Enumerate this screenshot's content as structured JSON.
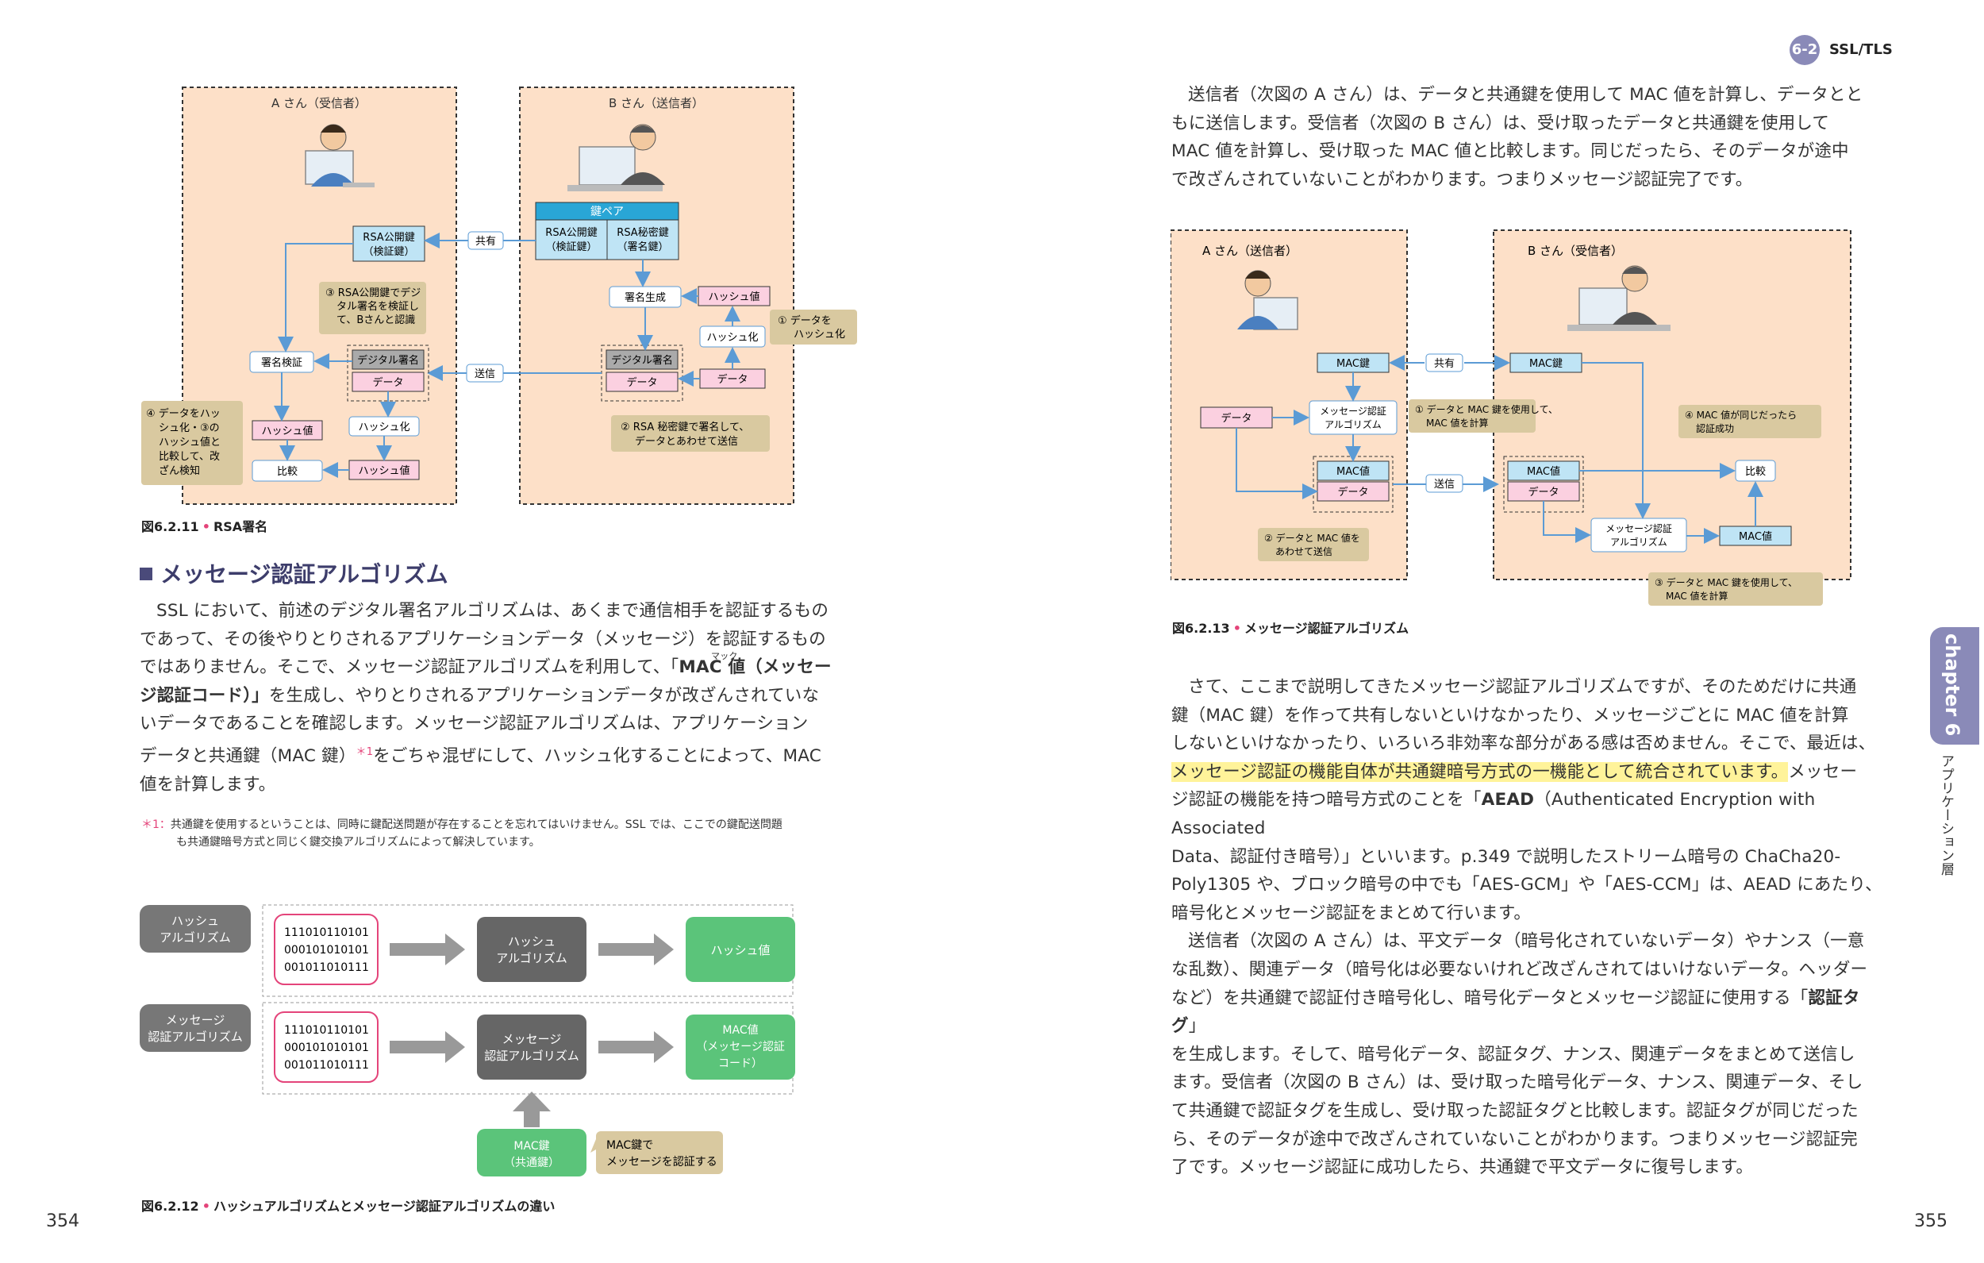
{
  "pages": {
    "left_number": "354",
    "right_number": "355"
  },
  "header": {
    "section_badge": "6-2",
    "section_title": "SSL/TLS"
  },
  "chapter_tab": {
    "label": "chapter 6",
    "subtitle": "アプリケーション層"
  },
  "fig11": {
    "caption_num": "図6.2.11",
    "caption_title": "RSA署名",
    "a_title": "A さん（受信者）",
    "b_title": "B さん（送信者）",
    "keypair": "鍵ペア",
    "rsa_pub_l1": "RSA公開鍵",
    "rsa_pub_l2": "（検証鍵）",
    "rsa_priv_l1": "RSA秘密鍵",
    "rsa_priv_l2": "（署名鍵）",
    "a_pub_l1": "RSA公開鍵",
    "a_pub_l2": "（検証鍵）",
    "share": "共有",
    "send": "送信",
    "sign_gen": "署名生成",
    "hash_value": "ハッシュ値",
    "hashing": "ハッシュ化",
    "digital_sig": "デジタル署名",
    "data": "データ",
    "verify": "署名検証",
    "compare": "比較",
    "note1_l1": "① データを",
    "note1_l2": "ハッシュ化",
    "note2_l1": "② RSA 秘密鍵で署名して、",
    "note2_l2": "データとあわせて送信",
    "note3_l1": "③ RSA公開鍵でデジ",
    "note3_l2": "タル署名を検証し",
    "note3_l3": "て、Bさんと認識",
    "note4_l1": "④ データをハッ",
    "note4_l2": "シュ化・③の",
    "note4_l3": "ハッシュ値と",
    "note4_l4": "比較して、改",
    "note4_l5": "ざん検知"
  },
  "section": {
    "heading": "メッセージ認証アルゴリズム"
  },
  "left_body": {
    "l1": "SSL において、前述のデジタル署名アルゴリズムは、あくまで通信相手を認証するもの",
    "l2": "であって、その後やりとりされるアプリケーションデータ（メッセージ）を認証するもの",
    "l3a": "ではありません。そこで、メッセージ認証アルゴリズムを利用して、「",
    "l3b": "MAC 値（メッセー",
    "ruby": "マック",
    "l4a": "ジ認証コード）」",
    "l4b": "を生成し、やりとりされるアプリケーションデータが改ざんされていな",
    "l5": "いデータであることを確認します。メッセージ認証アルゴリズムは、アプリケーション",
    "l6a": "データと共通鍵（MAC 鍵）",
    "l6sup": "＊1",
    "l6b": "をごちゃ混ぜにして、ハッシュ化することによって、MAC",
    "l7": "値を計算します。"
  },
  "footnote": {
    "mark": "＊1：",
    "l1": "共通鍵を使用するということは、同時に鍵配送問題が存在することを忘れてはいけません。SSL では、ここでの鍵配送問題",
    "l2": "も共通鍵暗号方式と同じく鍵交換アルゴリズムによって解決しています。"
  },
  "fig12": {
    "caption_num": "図6.2.12",
    "caption_title": "ハッシュアルゴリズムとメッセージ認証アルゴリズムの違い",
    "row1_label_l1": "ハッシュ",
    "row1_label_l2": "アルゴリズム",
    "row2_label_l1": "メッセージ",
    "row2_label_l2": "認証アルゴリズム",
    "bits_l1": "111010110101",
    "bits_l2": "000101010101",
    "bits_l3": "001011010111",
    "algo1_l1": "ハッシュ",
    "algo1_l2": "アルゴリズム",
    "algo2_l1": "メッセージ",
    "algo2_l2": "認証アルゴリズム",
    "out1": "ハッシュ値",
    "out2_l1": "MAC値",
    "out2_l2": "（メッセージ認証",
    "out2_l3": "コード）",
    "key_l1": "MAC鍵",
    "key_l2": "（共通鍵）",
    "key_note_l1": "MAC鍵で",
    "key_note_l2": "メッセージを認証する"
  },
  "right_intro": {
    "l1": "送信者（次図の A さん）は、データと共通鍵を使用して MAC 値を計算し、データとと",
    "l2": "もに送信します。受信者（次図の B さん）は、受け取ったデータと共通鍵を使用して",
    "l3": "MAC 値を計算し、受け取った MAC 値と比較します。同じだったら、そのデータが途中",
    "l4": "で改ざんされていないことがわかります。つまりメッセージ認証完了です。"
  },
  "fig13": {
    "caption_num": "図6.2.13",
    "caption_title": "メッセージ認証アルゴリズム",
    "a_title": "A さん（送信者）",
    "b_title": "B さん（受信者）",
    "mac_key": "MAC鍵",
    "share": "共有",
    "send": "送信",
    "data": "データ",
    "mac_value": "MAC値",
    "compare": "比較",
    "algo_l1": "メッセージ認証",
    "algo_l2": "アルゴリズム",
    "note1_l1": "① データと MAC 鍵を使用して、",
    "note1_l2": "MAC 値を計算",
    "note2_l1": "② データと MAC 値を",
    "note2_l2": "あわせて送信",
    "note3_l1": "③ データと MAC 鍵を使用して、",
    "note3_l2": "MAC 値を計算",
    "note4_l1": "④ MAC 値が同じだったら",
    "note4_l2": "認証成功"
  },
  "right_body": {
    "l1": "さて、ここまで説明してきたメッセージ認証アルゴリズムですが、そのためだけに共通",
    "l2": "鍵（MAC 鍵）を作って共有しないといけなかったり、メッセージごとに MAC 値を計算",
    "l3": "しないといけなかったり、いろいろ非効率な部分がある感は否めません。そこで、最近は、",
    "l4a": "メッセージ認証の機能自体が共通鍵暗号方式の一機能として統合されています。",
    "l4b": "メッセー",
    "l5a": "ジ認証の機能を持つ暗号方式のことを「",
    "l5b": "AEAD",
    "l5c": "（Authenticated Encryption with Associated",
    "l6": "Data、認証付き暗号）」といいます。p.349 で説明したストリーム暗号の ChaCha20-",
    "l7": "Poly1305 や、ブロック暗号の中でも「AES-GCM」や「AES-CCM」は、AEAD にあたり、",
    "l8": "暗号化とメッセージ認証をまとめて行います。",
    "l9": "送信者（次図の A さん）は、平文データ（暗号化されていないデータ）やナンス（一意",
    "l10": "な乱数）、関連データ（暗号化は必要ないけれど改ざんされてはいけないデータ。ヘッダー",
    "l11a": "など）を共通鍵で認証付き暗号化し、暗号化データとメッセージ認証に使用する「",
    "l11b": "認証タグ",
    "l11c": "」",
    "l12": "を生成します。そして、暗号化データ、認証タグ、ナンス、関連データをまとめて送信し",
    "l13": "ます。受信者（次図の B さん）は、受け取った暗号化データ、ナンス、関連データ、そし",
    "l14": "て共通鍵で認証タグを生成し、受け取った認証タグと比較します。認証タグが同じだった",
    "l15": "ら、そのデータが途中で改ざんされていないことがわかります。つまりメッセージ認証完",
    "l16": "了です。メッセージ認証に成功したら、共通鍵で平文データに復号します。"
  }
}
